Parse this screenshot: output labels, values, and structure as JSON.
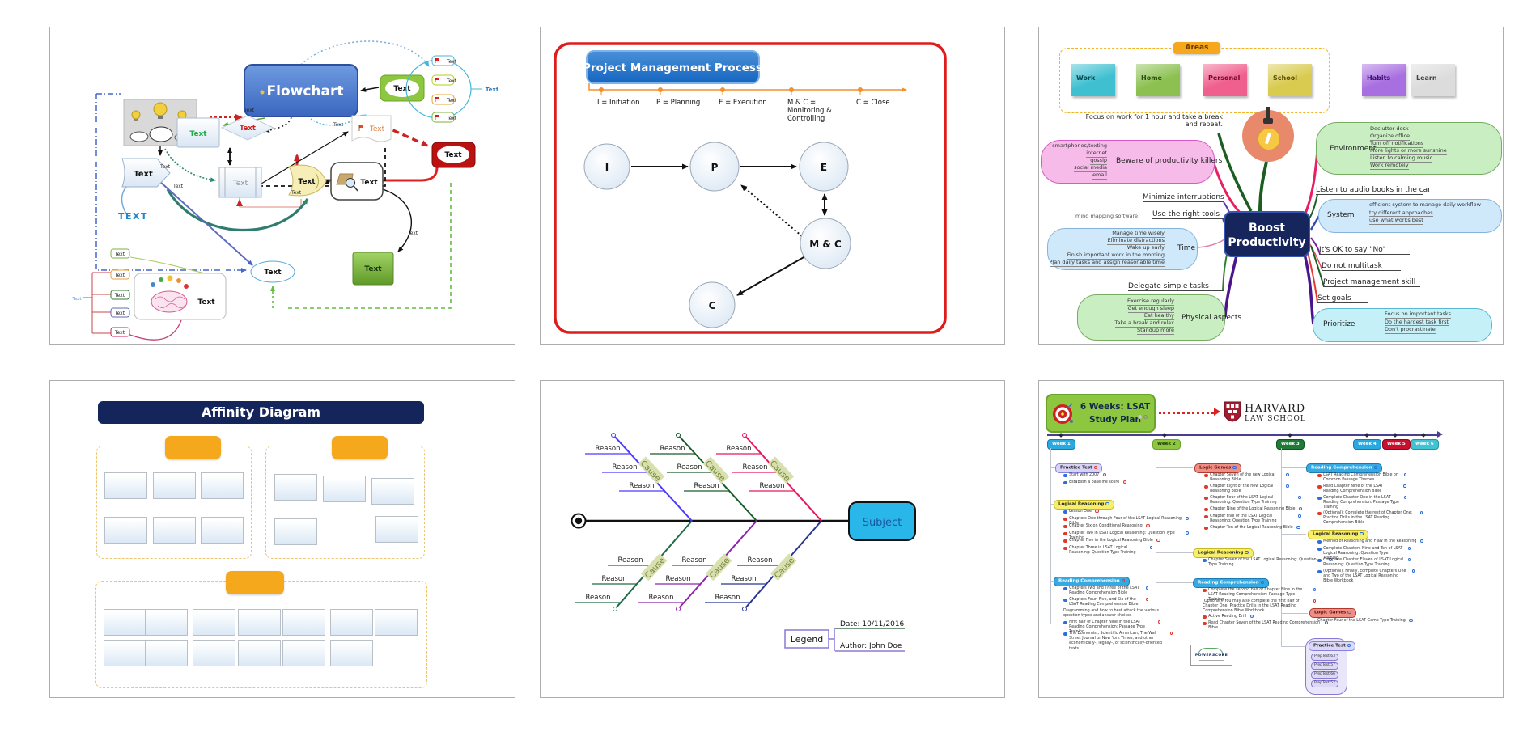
{
  "panel1": {
    "title": "Flowchart",
    "text_label": "Text",
    "caps_label": "TEXT"
  },
  "panel2": {
    "title": "Project Management Process",
    "legend_i": "I = Initiation",
    "legend_p": "P = Planning",
    "legend_e": "E = Execution",
    "legend_mc1": "M & C =",
    "legend_mc2": "Monitoring &",
    "legend_mc3": "Controlling",
    "legend_c": "C = Close",
    "node_i": "I",
    "node_p": "P",
    "node_e": "E",
    "node_mc": "M & C",
    "node_c": "C"
  },
  "panel3": {
    "center_line1": "Boost",
    "center_line2": "Productivity",
    "areas_label": "Areas",
    "stickies": [
      {
        "label": "Work",
        "color": "#3fc0d0"
      },
      {
        "label": "Home",
        "color": "#8cc152"
      },
      {
        "label": "Personal",
        "color": "#f0608e"
      },
      {
        "label": "School",
        "color": "#d9cb50"
      },
      {
        "label": "Habits",
        "color": "#a86fe0"
      },
      {
        "label": "Learn",
        "color": "#dcdcdc"
      }
    ],
    "left": {
      "focus1": "Focus on work for 1 hour and take a break",
      "focus2": "and repeat.",
      "killers_label": "Beware of productivity killers",
      "killers": [
        "smartphones/texting",
        "internet",
        "gossip",
        "social media",
        "email"
      ],
      "minimize": "Minimize interruptions",
      "tools_sub": "mind mapping software",
      "tools": "Use the right tools",
      "time_label": "Time",
      "time": [
        "Manage time wisely",
        "Eliminate distractions",
        "Wake up early",
        "Finish important work in the morning",
        "Plan daily tasks and assign reasonable time"
      ],
      "delegate": "Delegate simple tasks",
      "physical_label": "Physical aspects",
      "physical": [
        "Exercise regularly",
        "Get enough sleep",
        "Eat healthy",
        "Take a break and relax",
        "Standup more"
      ]
    },
    "right": {
      "environment_label": "Environment",
      "environment": [
        "Declutter desk",
        "Organize office",
        "Turn off notifications",
        "More lights or more sunshine",
        "Listen to calming music",
        "Work remotely"
      ],
      "audio": "Listen to audio books in the car",
      "system_label": "System",
      "system": [
        "efficient system to manage daily workflow",
        "try different approaches",
        "use what works best"
      ],
      "ok_no": "It's OK to say \"No\"",
      "multitask": "Do not multitask",
      "pm_skill": "Project management skill",
      "set_goals": "Set goals",
      "prioritize_label": "Prioritize",
      "prioritize": [
        "Focus on important tasks",
        "Do the hardest task first",
        "Don't procrastinate"
      ]
    }
  },
  "panel4": {
    "title": "Affinity Diagram"
  },
  "panel5": {
    "subject": "Subject",
    "cause": "Cause",
    "reason": "Reason",
    "legend_label": "Legend",
    "date": "Date: 10/11/2016",
    "author": "Author: John Doe"
  },
  "panel6": {
    "title_line1": "6 Weeks: LSAT",
    "title_line2": "Study Plan",
    "harvard_line1": "HARVARD",
    "harvard_line2": "LAW SCHOOL",
    "weeks": [
      {
        "label": "Week 1",
        "color": "#2aa9e0"
      },
      {
        "label": "Week 2",
        "color": "#8dc63f"
      },
      {
        "label": "Week 3",
        "color": "#1e7a34"
      },
      {
        "label": "Week 4",
        "color": "#2aa9e0"
      },
      {
        "label": "Week 5",
        "color": "#c8102e"
      },
      {
        "label": "Week 6",
        "color": "#40c4d4"
      }
    ],
    "week1": {
      "practice_test_label": "Practice Test",
      "practice_test_items": [
        "Start with 2007",
        "Establish a baseline score"
      ],
      "logical_reasoning_label": "Logical Reasoning",
      "logical_reasoning_items": [
        "Lesson One",
        "Chapters One through Four of the LSAT Logical Reasoning Bible",
        "Chapter Six on Conditional Reasoning",
        "Chapter Two in LSAT Logical Reasoning: Question Type Training",
        "Chapter Five in the Logical Reasoning Bible",
        "Chapter Three in LSAT Logical Reasoning: Question Type Training"
      ],
      "reading_comprehension_label": "Reading Comprehension",
      "reading_comprehension_items": [
        "Chapters Two and Three of the LSAT Reading Comprehension Bible",
        "Chapters Four, Five, and Six of the LSAT Reading Comprehension Bible",
        "Diagramming and how to best attack the various question types and answer choices",
        "First half of Chapter Nine in the LSAT Reading Comprehension: Passage Type Training",
        "The Economist, Scientific American, The Wall Street Journal or New York Times, and other economically-, legally-, or scientifically-oriented texts"
      ]
    },
    "week2": {
      "logic_games_label": "Logic Games",
      "logic_games_items": [
        "Chapter Seven of the new Logical Reasoning Bible",
        "Chapter Eight of the new Logical Reasoning Bible",
        "Chapter Four of the LSAT Logical Reasoning: Question Type Training",
        "Chapter Nine of the Logical Reasoning Bible",
        "Chapter Five of the LSAT Logical Reasoning: Question Type Training",
        "Chapter Ten of the Logical Reasoning Bible"
      ],
      "logical_reasoning_label": "Logical Reasoning",
      "logical_reasoning_items": [
        "Chapter Seven of the LSAT Logical Reasoning: Question Type Training"
      ],
      "reading_comprehension_label": "Reading Comprehension",
      "reading_comprehension_items": [
        "Complete the second half of Chapter Nine in the LSAT Reading Comprehension: Passage Type Training",
        "(Optional): You may also complete the first half of Chapter One: Practice Drills in the LSAT Reading Comprehension Bible Workbook",
        "Active Reading Drill",
        "Read Chapter Seven of the LSAT Reading Comprehension Bible"
      ],
      "powerscore": "PowerScore"
    },
    "week3": {
      "reading_comprehension_label": "Reading Comprehension",
      "reading_comprehension_items": [
        "LSAT Reading Comprehension Bible on Common Passage Themes",
        "Read Chapter Nine of the LSAT Reading Comprehension Bible",
        "Complete Chapter One in the LSAT Reading Comprehension: Passage Type Training",
        "(Optional): Complete the rest of Chapter One: Practice Drills in the LSAT Reading Comprehension Bible"
      ],
      "logical_reasoning_label": "Logical Reasoning",
      "logical_reasoning_items": [
        "Method of Reasoning and Flaw in the Reasoning",
        "Complete Chapters Nine and Ten of LSAT Logical Reasoning: Question Type Training",
        "Complete Chapter Eleven of LSAT Logical Reasoning: Question Type Training",
        "(Optional): Finally, complete Chapters One and Two of the LSAT Logical Reasoning Bible Workbook"
      ],
      "logic_games_label": "Logic Games",
      "logic_games_items": [
        "Chapter Four of the LSAT Game Type Training"
      ],
      "practice_test_label": "Practice Test",
      "practice_test_items": [
        "PrepTest 63",
        "PrepTest 57",
        "PrepTest 66",
        "PrepTest 52"
      ]
    }
  }
}
